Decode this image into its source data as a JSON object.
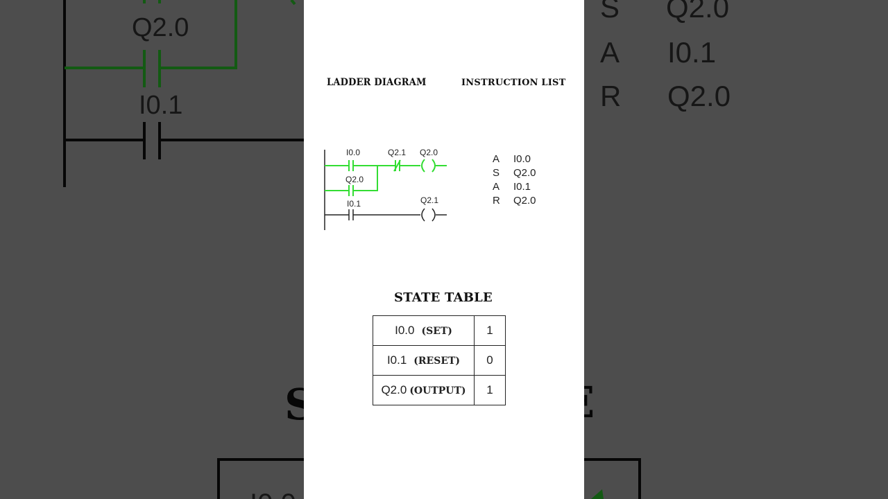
{
  "headings": {
    "ladder_diagram": "LADDER DIAGRAM",
    "instruction_list": "INSTRUCTION LIST",
    "state_table": "STATE TABLE"
  },
  "ladder": {
    "rung1": {
      "contact_no_label": "I0.0",
      "parallel_contact_label": "Q2.0",
      "contact_nc_label": "Q2.1",
      "coil_label": "Q2.0",
      "energized": true
    },
    "rung2": {
      "contact_no_label": "I0.1",
      "coil_label": "Q2.1",
      "energized": false
    },
    "colors": {
      "active": "#33dd33",
      "inactive": "#222222"
    }
  },
  "instruction_list": [
    {
      "op": "A",
      "operand": "I0.0"
    },
    {
      "op": "S",
      "operand": "Q2.0"
    },
    {
      "op": "A",
      "operand": "I0.1"
    },
    {
      "op": "R",
      "operand": "Q2.0"
    }
  ],
  "state_table": [
    {
      "address": "I0.0",
      "tag": "(SET)",
      "value": "1",
      "active": true
    },
    {
      "address": "I0.1",
      "tag": "(RESET)",
      "value": "0",
      "active": false
    },
    {
      "address": "Q2.0",
      "tag": "(OUTPUT)",
      "value": "1",
      "active": true
    }
  ]
}
